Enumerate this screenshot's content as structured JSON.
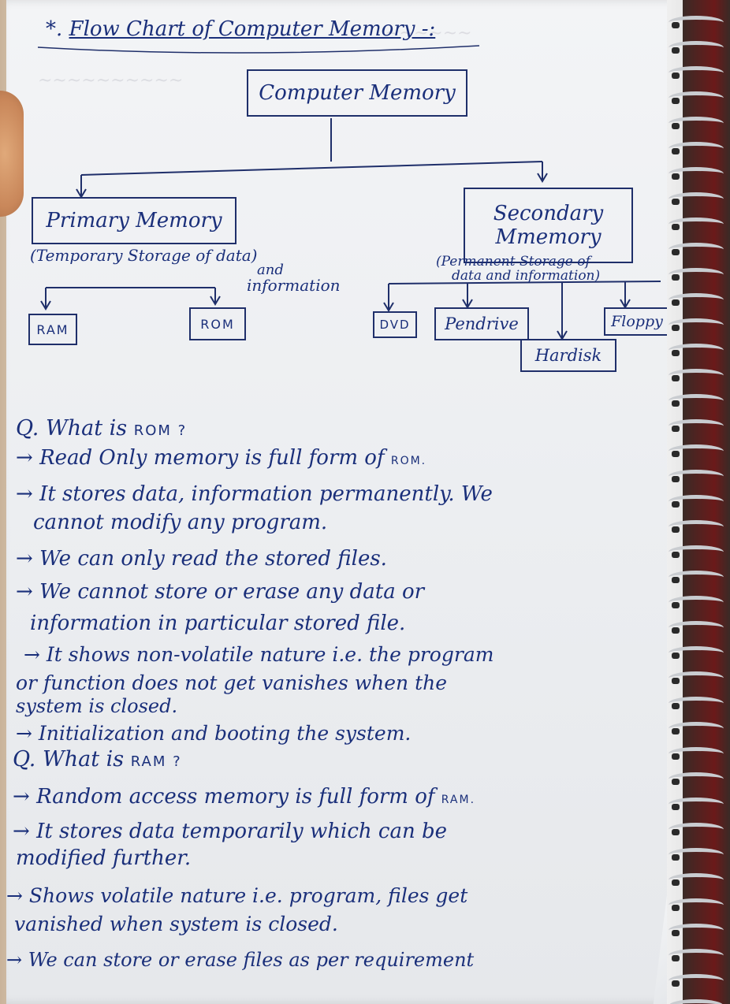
{
  "title": "Flow Chart of Computer Memory -:",
  "title_bullet": "*.",
  "root": "Computer Memory",
  "primary": {
    "label": "Primary Memory",
    "note_line1": "(Temporary Storage of data)",
    "note_line2": "and",
    "note_line3": "information",
    "children": [
      "RAM",
      "ROM"
    ]
  },
  "secondary": {
    "label_line1": "Secondary",
    "label_line2": "Mmemory",
    "note_line1": "(Permanent Storage of",
    "note_line2": "data and information)",
    "children": [
      "DVD",
      "Pendrive",
      "Hardisk",
      "Floppy"
    ]
  },
  "rom_section": {
    "question_marker": "Q.",
    "question": "What is",
    "question_term": "ROM ?",
    "points": [
      {
        "text": "Read Only memory is full form of",
        "term": "ROM."
      },
      {
        "text": "It stores data, information permanently. We",
        "term": ""
      },
      {
        "text": "cannot modify any program.",
        "term": ""
      },
      {
        "text": "We can only read the stored files.",
        "term": ""
      },
      {
        "text": "We cannot store or erase any data or",
        "term": ""
      },
      {
        "text": "information in particular stored file.",
        "term": ""
      },
      {
        "text": "It shows non-volatile nature i.e. the program",
        "term": ""
      },
      {
        "text": "or function does not get vanishes when the",
        "term": ""
      },
      {
        "text": "system is closed.",
        "term": ""
      },
      {
        "text": "Initialization and booting the system.",
        "term": ""
      }
    ]
  },
  "ram_section": {
    "question_marker": "Q.",
    "question": "What is",
    "question_term": "RAM ?",
    "points": [
      {
        "text": "Random access memory is full form of",
        "term": "RAM."
      },
      {
        "text": "It stores data temporarily which can be",
        "term": ""
      },
      {
        "text": "modified further.",
        "term": ""
      },
      {
        "text": "Shows volatile nature i.e. program, files get",
        "term": ""
      },
      {
        "text": "vanished when system is closed.",
        "term": ""
      },
      {
        "text": "We can store or erase files as per requirement",
        "term": ""
      }
    ]
  },
  "arrow_glyph": "→",
  "colors": {
    "ink": "#1a2f7a",
    "paper": "#eceef1"
  }
}
